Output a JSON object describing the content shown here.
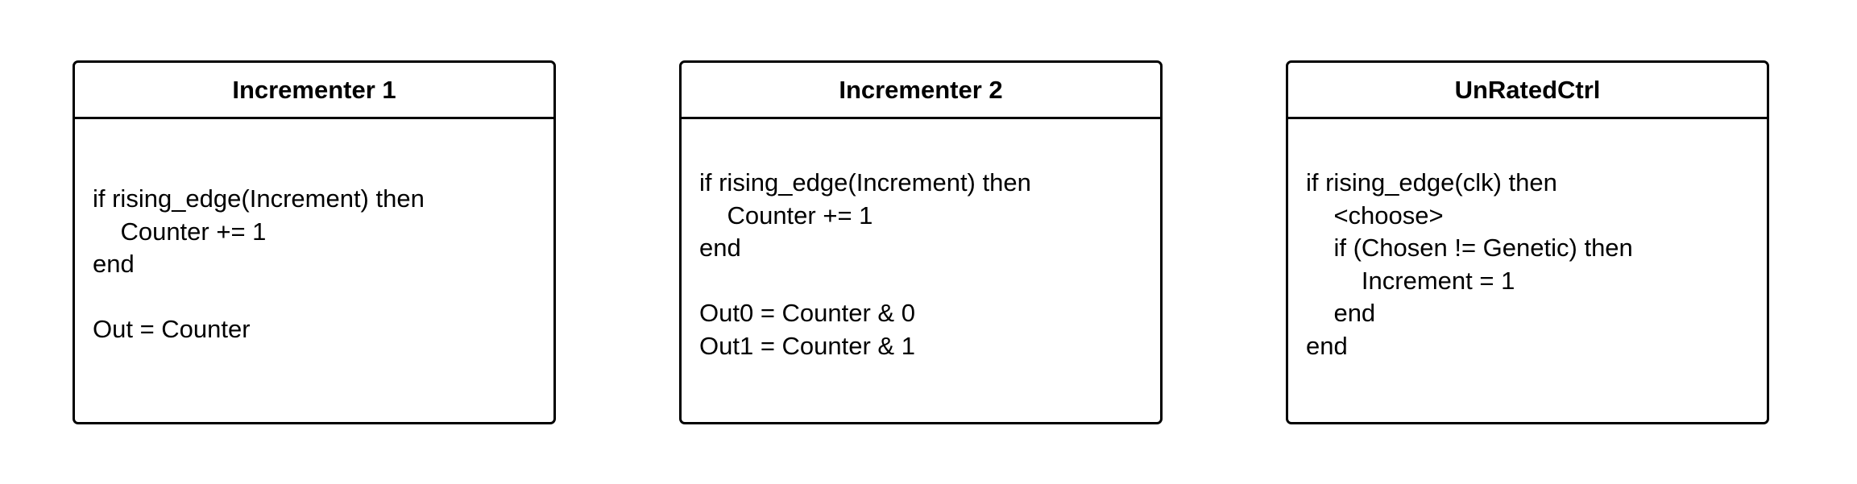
{
  "boxes": [
    {
      "title": "Incrementer 1",
      "lines": [
        "if rising_edge(Increment) then",
        "    Counter += 1",
        "end",
        "",
        "Out = Counter"
      ]
    },
    {
      "title": "Incrementer 2",
      "lines": [
        "if rising_edge(Increment) then",
        "    Counter += 1",
        "end",
        "",
        "Out0 = Counter & 0",
        "Out1 = Counter & 1"
      ]
    },
    {
      "title": "UnRatedCtrl",
      "lines": [
        "if rising_edge(clk) then",
        "    <choose>",
        "    if (Chosen != Genetic) then",
        "        Increment = 1",
        "    end",
        "end"
      ]
    }
  ]
}
